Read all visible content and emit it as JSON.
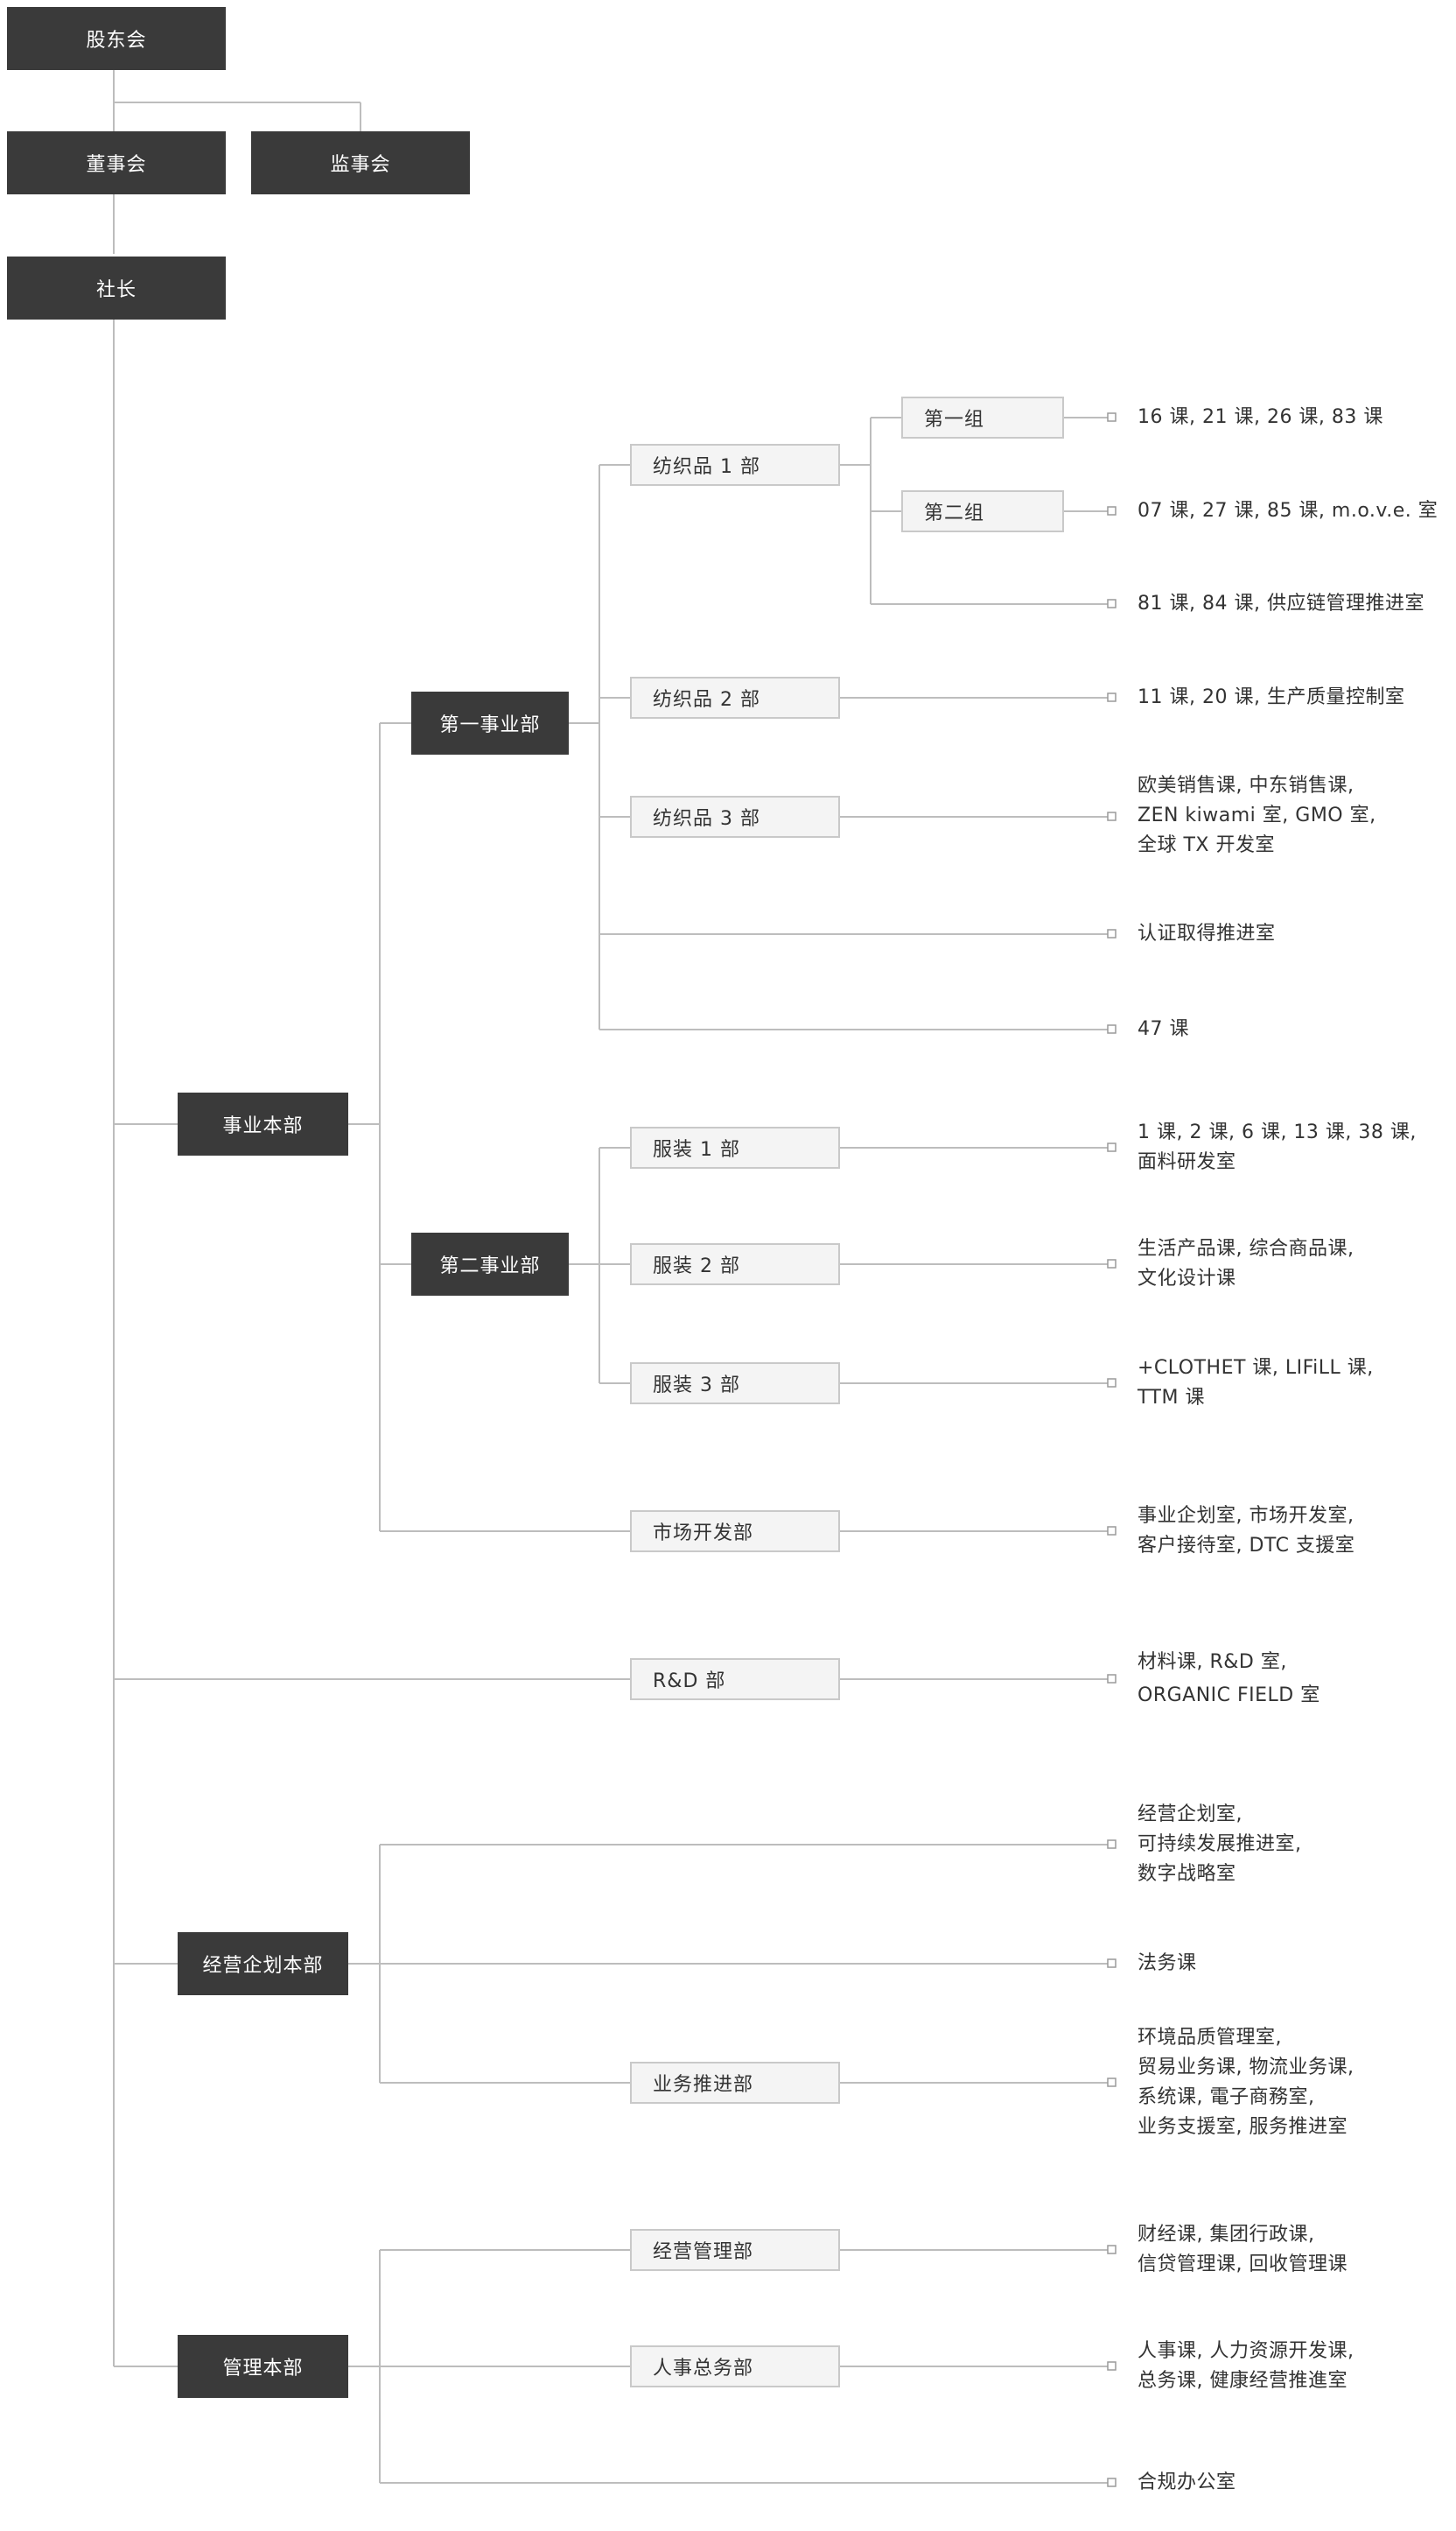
{
  "top": {
    "shareholders": "股东会",
    "board": "董事会",
    "supervisors": "监事会",
    "president": "社长"
  },
  "divisions": {
    "business_hq": "事业本部",
    "biz1": "第一事业部",
    "biz2": "第二事业部",
    "textile1": "纺织品 1 部",
    "group1": "第一组",
    "group2": "第二组",
    "textile2": "纺织品 2 部",
    "textile3": "纺织品 3 部",
    "apparel1": "服装 1 部",
    "apparel2": "服装 2 部",
    "apparel3": "服装 3 部",
    "market_dev": "市场开发部",
    "rnd": "R&D 部",
    "planning_hq": "经营企划本部",
    "biz_promo": "业务推进部",
    "admin_hq": "管理本部",
    "mgmt_dept": "经营管理部",
    "hr_dept": "人事总务部"
  },
  "leaves": {
    "g1": [
      "16 课, 21 课, 26 课, 83 课"
    ],
    "g2": [
      "07 课, 27 课, 85 课, m.o.v.e. 室"
    ],
    "t1_other": [
      "81 课, 84 课, 供应链管理推进室"
    ],
    "t2": [
      "11 课, 20 课, 生产质量控制室"
    ],
    "t3": [
      "欧美销售课, 中东销售课,",
      "ZEN kiwami 室, GMO 室,",
      "全球 TX 开发室"
    ],
    "cert": [
      "认证取得推进室"
    ],
    "c47": [
      "47 课"
    ],
    "a1": [
      "1 课, 2 课, 6 课, 13 课, 38 课,",
      "面料研发室"
    ],
    "a2": [
      "生活产品课, 综合商品课,",
      "文化设计课"
    ],
    "a3": [
      "+CLOTHET 课, LIFiLL 课,",
      "TTM 课"
    ],
    "md": [
      "事业企划室, 市场开发室,",
      "客户接待室, DTC 支援室"
    ],
    "rnd": [
      "材料课, R&D 室,",
      "ORGANIC FIELD 室"
    ],
    "plan1": [
      "经营企划室,",
      "可持续发展推进室,",
      "数字战略室"
    ],
    "legal": [
      "法务课"
    ],
    "promo": [
      "环境品质管理室,",
      "贸易业务课, 物流业务课,",
      "系统课, 電子商務室,",
      "业务支援室, 服务推进室"
    ],
    "mgmt": [
      "财经课, 集团行政课,",
      "信贷管理课, 回收管理课"
    ],
    "hr": [
      "人事课, 人力资源开发课,",
      "总务课, 健康经营推進室"
    ],
    "compliance": [
      "合规办公室"
    ]
  }
}
